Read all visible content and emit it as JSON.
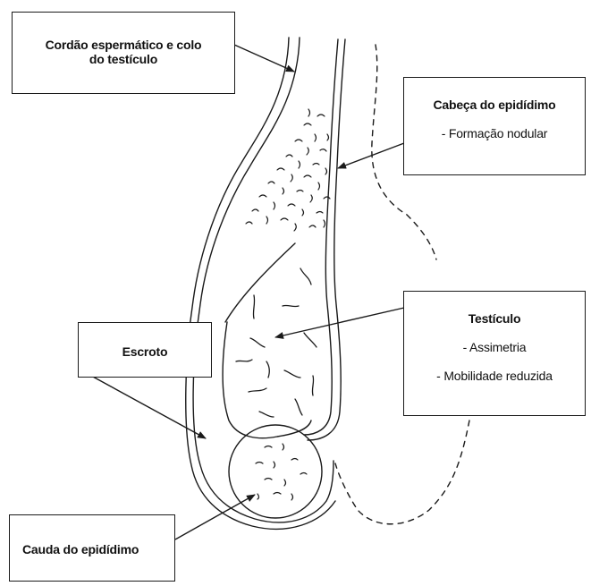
{
  "labels": {
    "spermatic_cord": {
      "title_line1": "Cordão espermático e colo",
      "title_line2": "do testículo"
    },
    "epididymis_head": {
      "title": "Cabeça do epidídimo",
      "items": [
        "- Formação nodular"
      ]
    },
    "testicle": {
      "title": "Testículo",
      "items": [
        "- Assimetria",
        "- Mobilidade reduzida"
      ]
    },
    "scrotum": {
      "title": "Escroto"
    },
    "epididymis_tail": {
      "title": "Cauda do epidídimo"
    }
  },
  "colors": {
    "line": "#1a1a1a",
    "background": "#ffffff"
  }
}
